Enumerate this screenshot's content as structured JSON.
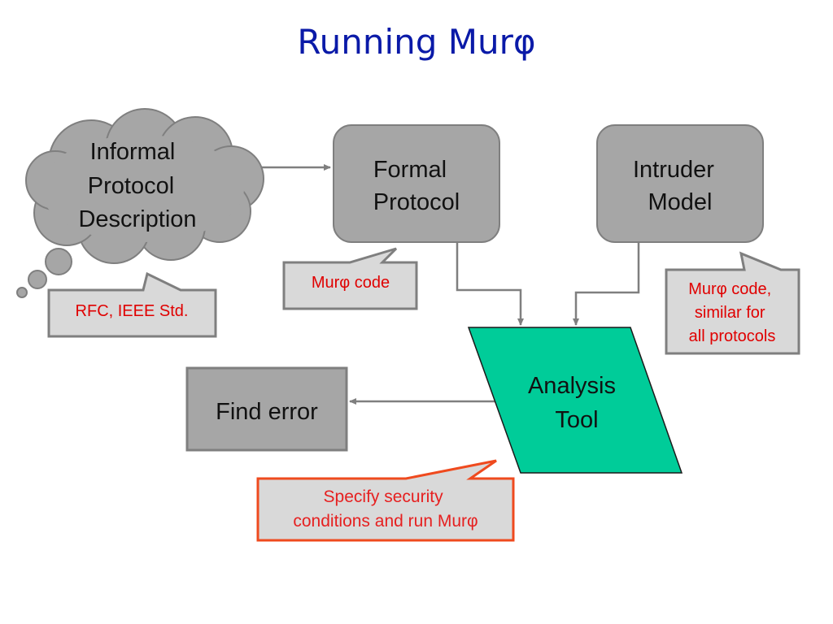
{
  "title": "Running Murφ",
  "colors": {
    "title": "#0a1aa8",
    "box_fill": "#a6a6a6",
    "box_stroke": "#7f7f7f",
    "tool_fill": "#00cc99",
    "callout_text": "#e00000",
    "callout_border_accent": "#ef4a1e",
    "arrow": "#7f7f7f"
  },
  "nodes": {
    "informal": {
      "lines": [
        "Informal",
        "Protocol",
        "Description"
      ],
      "icon": "thought-cloud"
    },
    "formal": {
      "lines": [
        "Formal",
        "Protocol"
      ]
    },
    "intruder": {
      "lines": [
        "Intruder",
        "Model"
      ]
    },
    "analysis": {
      "lines": [
        "Analysis",
        "Tool"
      ]
    },
    "find_error": {
      "lines": [
        "Find error"
      ]
    }
  },
  "callouts": {
    "rfc": {
      "lines": [
        "RFC, IEEE Std."
      ]
    },
    "murphi_code": {
      "lines": [
        "Murφ code"
      ]
    },
    "murphi_code_similar": {
      "lines": [
        "Murφ code,",
        "similar for",
        "all protocols"
      ]
    },
    "security": {
      "lines": [
        "Specify security",
        "conditions and run Murφ"
      ]
    }
  }
}
